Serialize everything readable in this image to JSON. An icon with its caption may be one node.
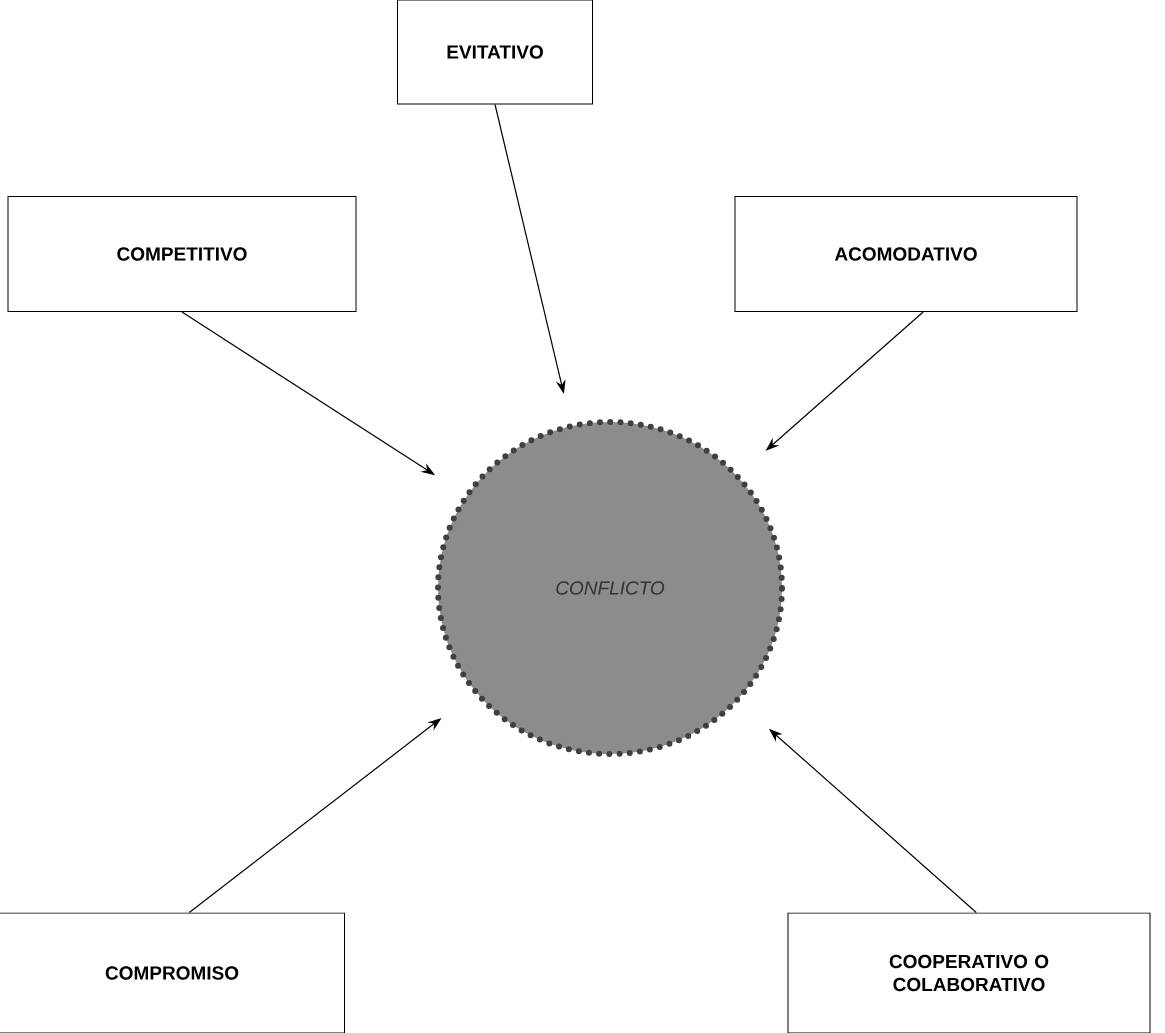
{
  "diagram": {
    "nodes": [
      {
        "text": [
          "CONFLICTO"
        ]
      },
      {
        "text": [
          "EVITATIVO"
        ]
      },
      {
        "text": [
          "COMPETITIVO"
        ]
      },
      {
        "text": [
          "ACOMODATIVO"
        ]
      },
      {
        "text": [
          "COMPROMISO"
        ]
      },
      {
        "text": [
          "COOPERATIVO O COLABORATIVO"
        ]
      }
    ],
    "edges": [
      {
        "from": 1,
        "to": 0,
        "arrow": "to"
      },
      {
        "from": 2,
        "to": 0,
        "arrow": "to"
      },
      {
        "from": 3,
        "to": 0,
        "arrow": "to"
      },
      {
        "from": 4,
        "to": 0,
        "arrow": "to"
      },
      {
        "from": 5,
        "to": 0,
        "arrow": "to"
      }
    ]
  }
}
